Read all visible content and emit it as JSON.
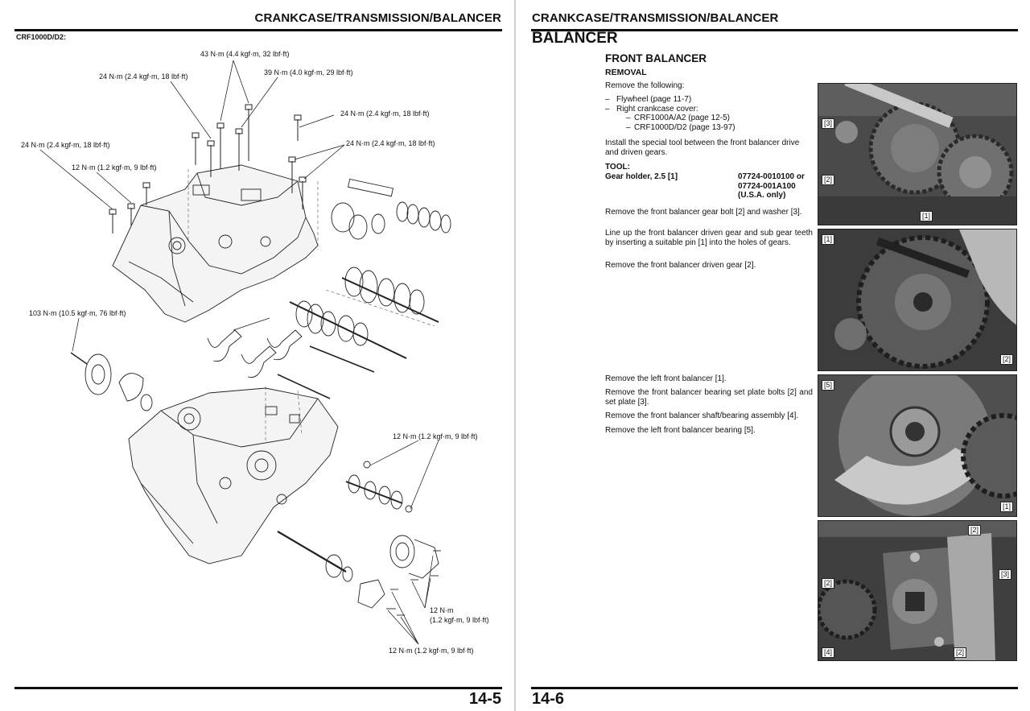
{
  "left_page": {
    "header": "CRANKCASE/TRANSMISSION/BALANCER",
    "model_label": "CRF1000D/D2:",
    "page_number": "14-5",
    "torque_labels": [
      "43 N·m (4.4 kgf·m, 32 lbf·ft)",
      "24 N·m (2.4 kgf·m, 18 lbf·ft)",
      "39 N·m (4.0 kgf·m, 29 lbf·ft)",
      "24 N·m (2.4 kgf·m, 18 lbf·ft)",
      "24 N·m (2.4 kgf·m, 18 lbf·ft)",
      "24 N·m (2.4 kgf·m, 18 lbf·ft)",
      "12 N·m (1.2 kgf·m, 9 lbf·ft)",
      "103 N·m (10.5 kgf·m, 76 lbf·ft)",
      "12 N·m (1.2 kgf·m, 9 lbf·ft)",
      "12 N·m",
      "(1.2 kgf·m, 9 lbf·ft)",
      "12 N·m (1.2 kgf·m, 9 lbf·ft)"
    ]
  },
  "right_page": {
    "header": "CRANKCASE/TRANSMISSION/BALANCER",
    "section_title": "BALANCER",
    "subsection_title": "FRONT BALANCER",
    "operation_title": "REMOVAL",
    "page_number": "14-6",
    "remove_intro": "Remove the following:",
    "remove_items": [
      "Flywheel (page 11-7)",
      "Right crankcase cover:"
    ],
    "cover_sub_items": [
      "CRF1000A/A2 (page 12-5)",
      "CRF1000D/D2 (page 13-97)"
    ],
    "install_text": "Install the special tool between the front balancer drive and driven gears.",
    "tool_label": "TOOL:",
    "tool_name": "Gear holder, 2.5 [1]",
    "tool_number_1": "07724-0010100 or",
    "tool_number_2": "07724-001A100",
    "tool_number_3": "(U.S.A. only)",
    "step_remove_bolt": "Remove the front balancer gear bolt [2] and washer [3].",
    "step_line_up": "Line up the front balancer driven gear and sub gear teeth by inserting a suitable pin [1] into the holes of gears.",
    "step_remove_driven": "Remove the front balancer driven gear [2].",
    "step_remove_left": "Remove the left front balancer [1].",
    "step_remove_bolts": "Remove the front balancer bearing set plate bolts [2] and set plate [3].",
    "step_remove_shaft": "Remove the front balancer shaft/bearing assembly [4].",
    "step_remove_bearing": "Remove the left front balancer bearing [5].",
    "photo_callouts": {
      "p1": [
        "[3]",
        "[2]",
        "[1]"
      ],
      "p2": [
        "[1]",
        "[2]"
      ],
      "p3": [
        "[5]",
        "[1]"
      ],
      "p4": [
        "[2]",
        "[3]",
        "[2]",
        "[4]",
        "[2]"
      ]
    }
  }
}
